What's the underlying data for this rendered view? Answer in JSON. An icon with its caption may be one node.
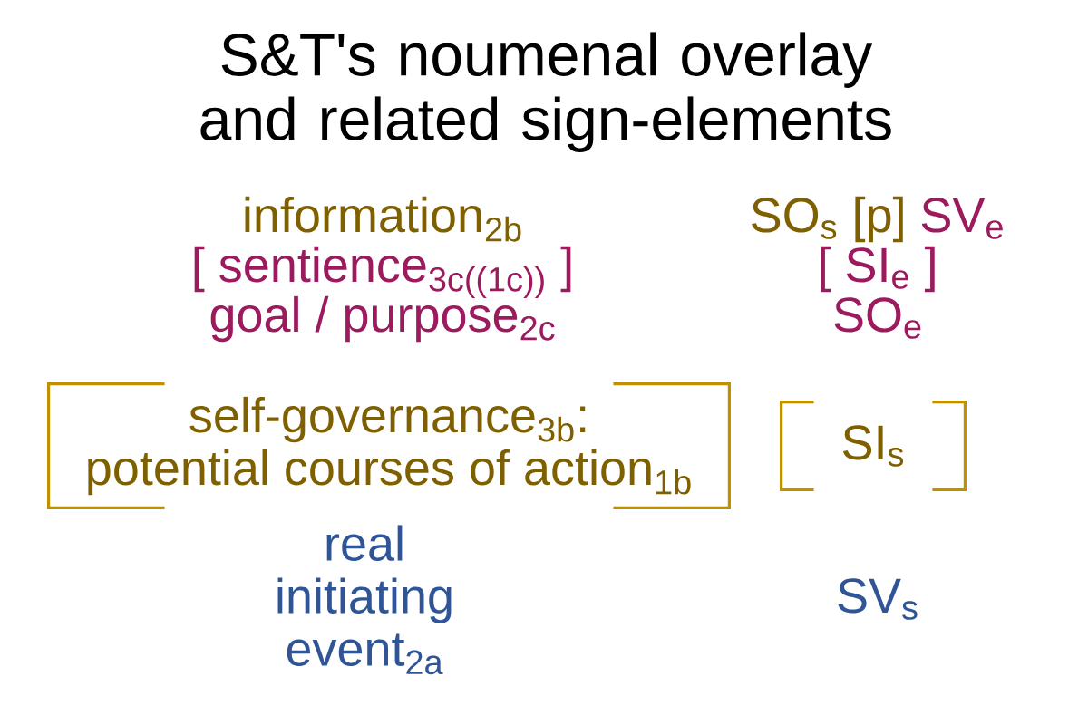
{
  "diagram": {
    "title": "S&T's noumenal overlay and related sign-elements",
    "nodes": [
      {
        "text": [
          "self-governance$_{3b}$:",
          "potential courses of action$_{1b}$"
        ]
      },
      {
        "text": [
          "SI$_{s}$"
        ]
      }
    ],
    "labels": [
      "information$_{2b}$",
      "SO$_{s}$ [p]",
      "SV$_{e}$",
      "[ sentience$_{3c((1c))}$ ]",
      "[ SI$_{e}$ ]",
      "goal / purpose$_{2c}$",
      "SO$_{e}$",
      "real initiating event$_{2a}$",
      "SV$_{s}$"
    ]
  }
}
